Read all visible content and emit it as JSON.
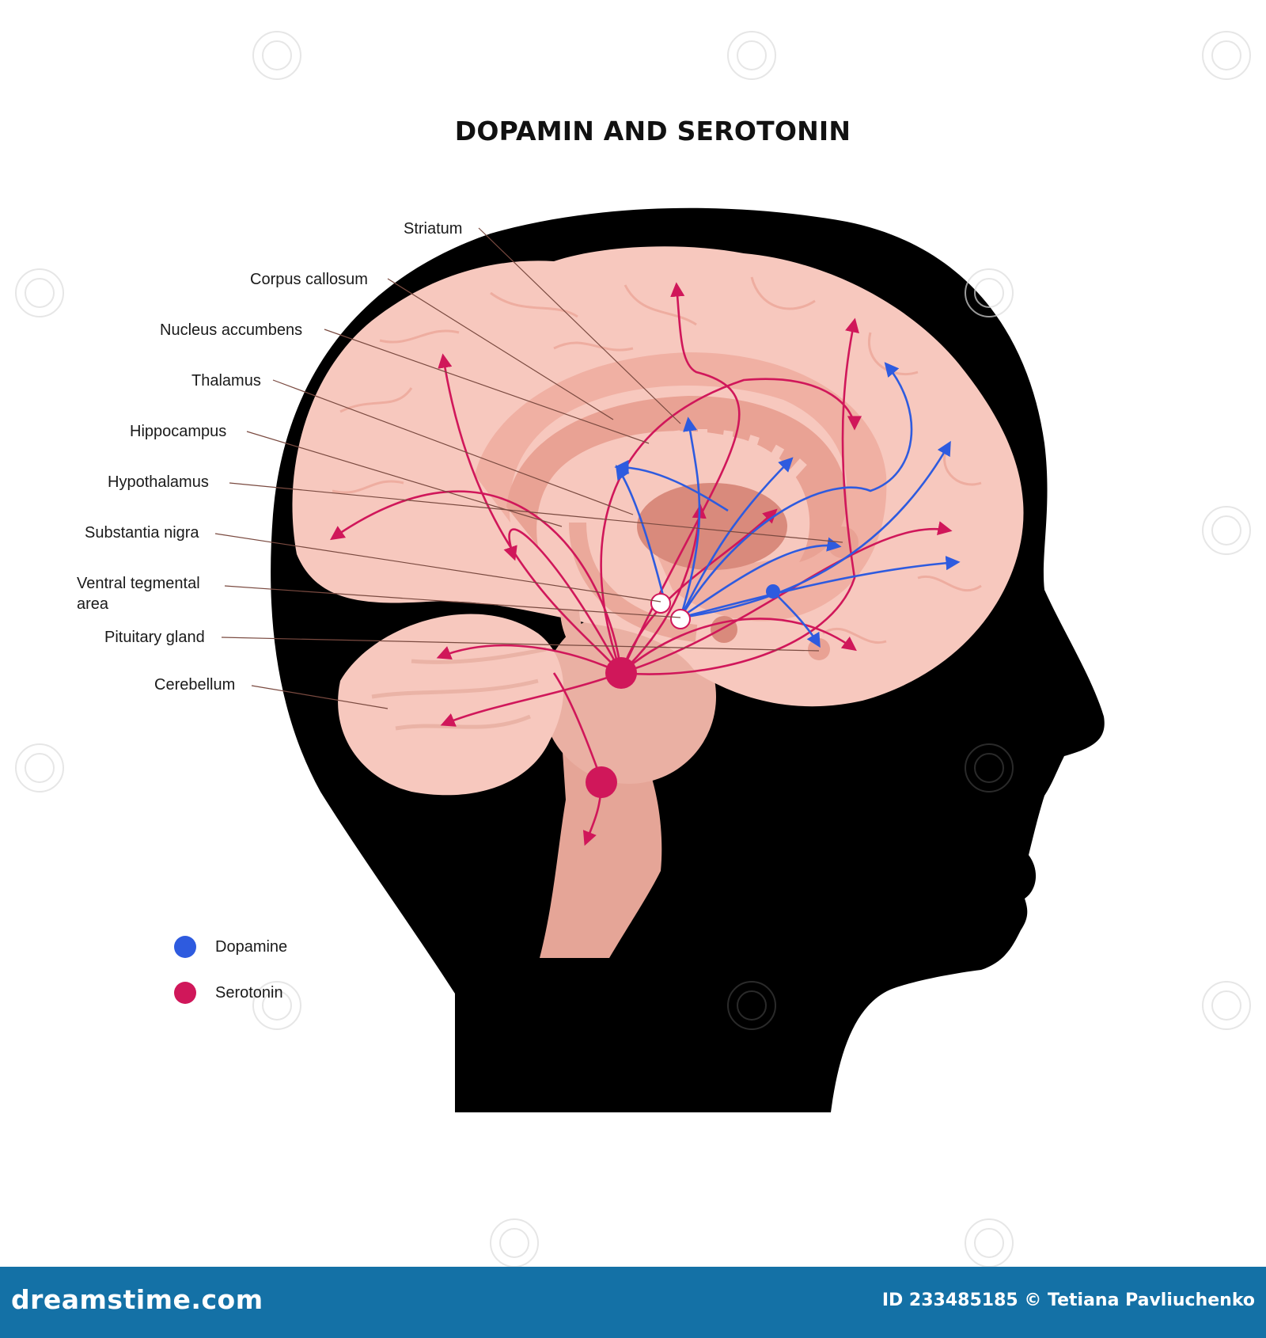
{
  "title": "DOPAMIN AND SEROTONIN",
  "labels": [
    {
      "id": "striatum",
      "text": "Striatum"
    },
    {
      "id": "corpus-callosum",
      "text": "Corpus callosum"
    },
    {
      "id": "nucleus-accumbens",
      "text": "Nucleus accumbens"
    },
    {
      "id": "thalamus",
      "text": "Thalamus"
    },
    {
      "id": "hippocampus",
      "text": "Hippocampus"
    },
    {
      "id": "hypothalamus",
      "text": "Hypothalamus"
    },
    {
      "id": "substantia-nigra",
      "text": "Substantia nigra"
    },
    {
      "id": "ventral-tegmental-area",
      "text": "Ventral tegmental\narea"
    },
    {
      "id": "pituitary-gland",
      "text": "Pituitary gland"
    },
    {
      "id": "cerebellum",
      "text": "Cerebellum"
    }
  ],
  "legend": [
    {
      "label": "Dopamine",
      "color": "#2e5bdf"
    },
    {
      "label": "Serotonin",
      "color": "#d0175a"
    }
  ],
  "colors": {
    "dopamine": "#2e5bdf",
    "serotonin": "#d0175a",
    "head": "#000000",
    "brain": "#f7c8be",
    "footer": "#1471a6"
  },
  "footer": {
    "brand": "dreamstime.com",
    "credit": "ID 233485185 © Tetiana Pavliuchenko"
  }
}
